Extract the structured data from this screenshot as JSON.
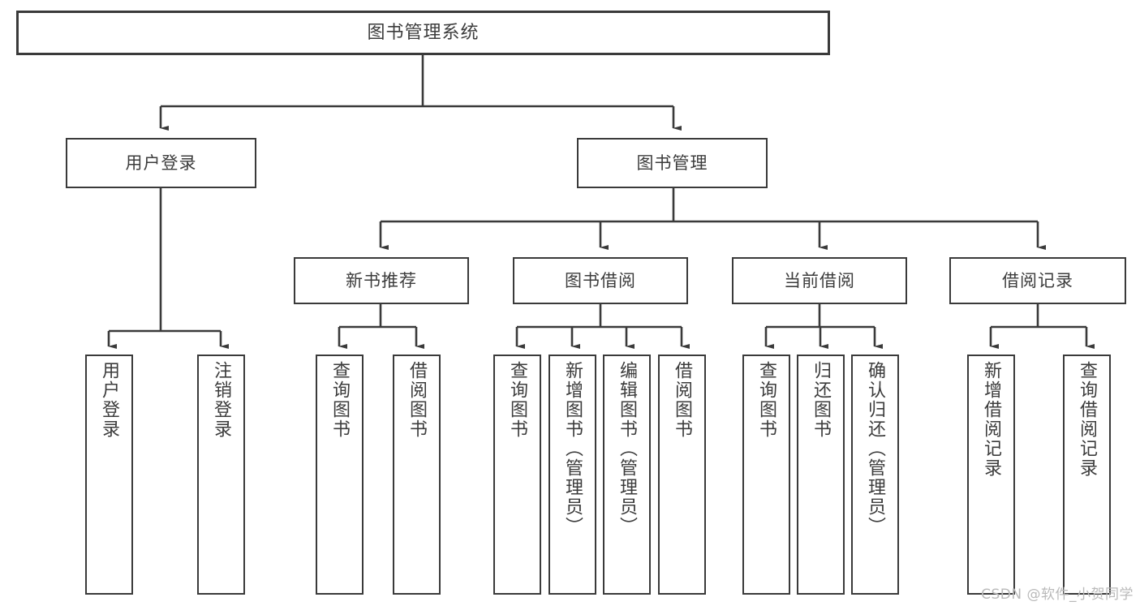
{
  "diagram": {
    "title": "图书管理系统",
    "type": "tree",
    "root": {
      "label": "图书管理系统"
    },
    "level1": [
      {
        "label": "用户登录"
      },
      {
        "label": "图书管理"
      }
    ],
    "level2": [
      {
        "label": "新书推荐"
      },
      {
        "label": "图书借阅"
      },
      {
        "label": "当前借阅"
      },
      {
        "label": "借阅记录"
      }
    ],
    "leaves": {
      "user_login": [
        {
          "label": "用户登录"
        },
        {
          "label": "注销登录"
        }
      ],
      "new_book_recommend": [
        {
          "label": "查询图书"
        },
        {
          "label": "借阅图书"
        }
      ],
      "book_borrow": [
        {
          "label": "查询图书"
        },
        {
          "label": "新增图书（管理员）"
        },
        {
          "label": "编辑图书（管理员）"
        },
        {
          "label": "借阅图书"
        }
      ],
      "current_borrow": [
        {
          "label": "查询图书"
        },
        {
          "label": "归还图书"
        },
        {
          "label": "确认归还（管理员）"
        }
      ],
      "borrow_record": [
        {
          "label": "新增借阅记录"
        },
        {
          "label": "查询借阅记录"
        }
      ]
    }
  },
  "watermark": {
    "text": "CSDN @软件_小贺同学"
  },
  "colors": {
    "border": "#3a3a3a",
    "text": "#3c3c3c",
    "background": "#ffffff",
    "watermark": "#b9b9b9"
  }
}
